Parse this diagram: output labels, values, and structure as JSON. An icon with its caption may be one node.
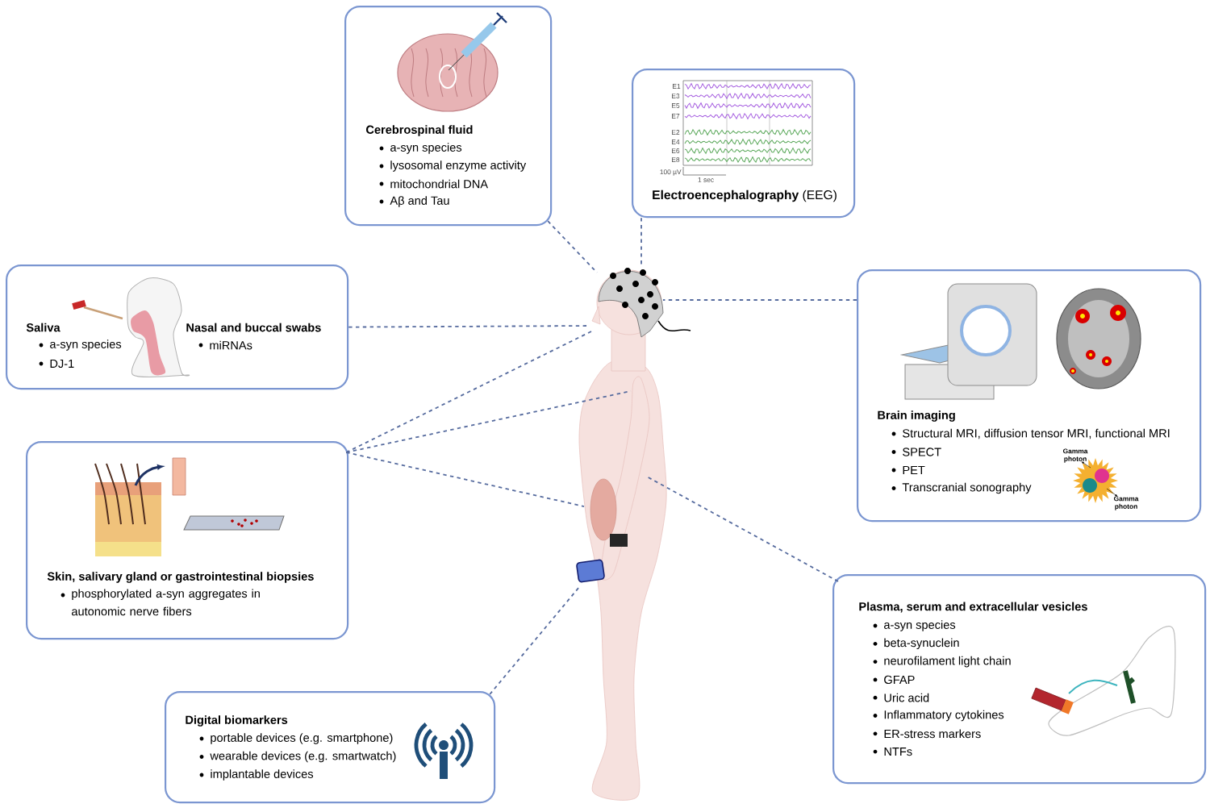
{
  "diagram": {
    "nodes": [
      {
        "text": [
          "Cerebrospinal fluid",
          "a-syn species",
          "lysosomal enzyme activity",
          "mitochondrial DNA",
          "Aβ and Tau"
        ]
      },
      {
        "text": [
          "**Electroencephalography** (EEG)"
        ]
      },
      {
        "text": [
          "Saliva",
          "a-syn species",
          "DJ-1",
          "Nasal and buccal swabs",
          "miRNAs"
        ]
      },
      {
        "text": [
          "Brain imaging",
          "Structural MRI, diffusion tensor MRI, functional MRI",
          "SPECT",
          "PET",
          "Transcranial sonography"
        ]
      },
      {
        "text": [
          "Skin, salivary gland or gastrointestinal biopsies",
          "phosphorylated a-syn aggregates in autonomic nerve fibers"
        ]
      },
      {
        "text": [
          "Plasma, serum and extracellular vesicles",
          "a-syn species",
          "beta-synuclein",
          "neurofilament light chain",
          "GFAP",
          "Uric acid",
          "Inflammatory cytokines",
          "ER-stress markers",
          "NTFs"
        ]
      },
      {
        "text": [
          "Digital biomarkers",
          "portable devices (e.g. smartphone)",
          "wearable devices (e.g. smartwatch)",
          "implantable devices"
        ]
      },
      {
        "text": [],
        "shape": "person"
      }
    ],
    "edges": [
      {
        "from": 0,
        "to": 7,
        "arrow": "none",
        "style": "dashed"
      },
      {
        "from": 1,
        "to": 7,
        "arrow": "none",
        "style": "dashed"
      },
      {
        "from": 2,
        "to": 7,
        "arrow": "none",
        "style": "dashed"
      },
      {
        "from": 3,
        "to": 7,
        "arrow": "none",
        "style": "dashed"
      },
      {
        "from": 4,
        "to": 7,
        "arrow": "none",
        "style": "dashed"
      },
      {
        "from": 4,
        "to": 7,
        "arrow": "none",
        "style": "dashed"
      },
      {
        "from": 4,
        "to": 7,
        "arrow": "none",
        "style": "dashed"
      },
      {
        "from": 5,
        "to": 7,
        "arrow": "none",
        "style": "dashed"
      },
      {
        "from": 6,
        "to": 7,
        "arrow": "none",
        "style": "dashed"
      }
    ],
    "labels": [
      "E1",
      "E3",
      "E5",
      "E7",
      "E2",
      "E4",
      "E6",
      "E8",
      "100 µV",
      "1 sec",
      "Gamma photon",
      "Gamma photon"
    ]
  }
}
